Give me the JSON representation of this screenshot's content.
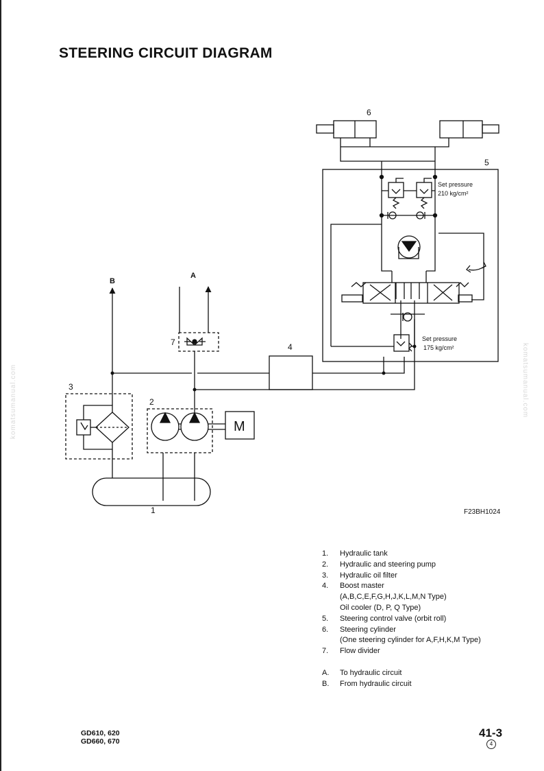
{
  "page": {
    "title": "STEERING CIRCUIT DIAGRAM",
    "figure_code": "F23BH1024",
    "model_lines": [
      "GD610, 620",
      "GD660, 670"
    ],
    "page_number": "41-3",
    "revision": "4",
    "watermark": "komatsumanual.com"
  },
  "diagram": {
    "component_labels": [
      "1",
      "2",
      "3",
      "4",
      "5",
      "6",
      "7"
    ],
    "line_labels": {
      "a": "A",
      "b": "B"
    },
    "motor": "M",
    "set_pressure_top": {
      "label": "Set pressure",
      "value": "210 kg/cm²"
    },
    "set_pressure_bottom": {
      "label": "Set pressure",
      "value": "175 kg/cm²"
    }
  },
  "legend": {
    "items": [
      {
        "num": "1.",
        "text": "Hydraulic tank"
      },
      {
        "num": "2.",
        "text": "Hydraulic and steering pump"
      },
      {
        "num": "3.",
        "text": "Hydraulic oil filter"
      },
      {
        "num": "4.",
        "text": "Boost master"
      },
      {
        "num": "",
        "text": "(A,B,C,E,F,G,H,J,K,L,M,N Type)"
      },
      {
        "num": "",
        "text": "Oil cooler (D, P, Q Type)"
      },
      {
        "num": "5.",
        "text": "Steering control valve (orbit roll)"
      },
      {
        "num": "6.",
        "text": "Steering cylinder"
      },
      {
        "num": "",
        "text": "(One steering cylinder for A,F,H,K,M Type)"
      },
      {
        "num": "7.",
        "text": "Flow divider"
      }
    ],
    "letters": [
      {
        "num": "A.",
        "text": "To hydraulic circuit"
      },
      {
        "num": "B.",
        "text": "From hydraulic circuit"
      }
    ]
  }
}
